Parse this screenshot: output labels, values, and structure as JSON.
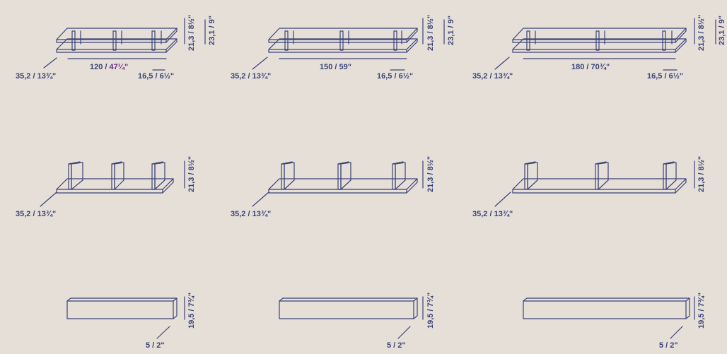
{
  "colors": {
    "background": "#e6dfd8",
    "line": "#3b4378",
    "accent": "#6a2e7f"
  },
  "units": [
    {
      "depth_label": "35,2 / 13¾\"",
      "width_value": "120",
      "width_sep": " / ",
      "width_inch": "47¼\"",
      "shelf_depth_label": "16,5 / 6½\"",
      "height_label": "21,3 / 8½\"",
      "total_height_label": "23,1 / 9\""
    },
    {
      "depth_label": "35,2 / 13¾\"",
      "width_value": "150",
      "width_sep": " / ",
      "width_inch": "59\"",
      "shelf_depth_label": "16,5 / 6½\"",
      "height_label": "21,3 / 8½\"",
      "total_height_label": "23,1 / 9\""
    },
    {
      "depth_label": "35,2 / 13¾\"",
      "width_value": "180",
      "width_sep": " / ",
      "width_inch": "70¾\"",
      "shelf_depth_label": "16,5 / 6½\"",
      "height_label": "21,3 / 8½\"",
      "total_height_label": "23,1 / 9\""
    },
    {
      "depth_label": "35,2 / 13¾\"",
      "height_label": "21,3 / 8½\""
    },
    {
      "depth_label": "35,2 / 13¾\"",
      "height_label": "21,3 / 8½\""
    },
    {
      "depth_label": "35,2 / 13¾\"",
      "height_label": "21,3 / 8½\""
    },
    {
      "depth_label": "5 / 2\"",
      "height_label": "19,5 / 7¾\""
    },
    {
      "depth_label": "5 / 2\"",
      "height_label": "19,5 / 7¾\""
    },
    {
      "depth_label": "5 / 2\"",
      "height_label": "19,5 / 7¾\""
    }
  ]
}
